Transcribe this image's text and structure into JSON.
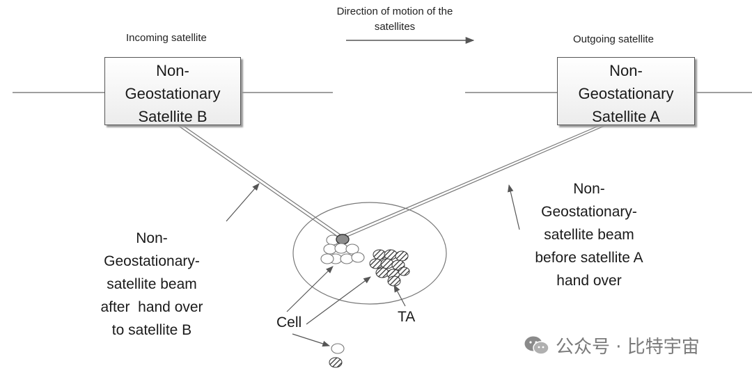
{
  "direction_label_line1": "Direction of motion of the",
  "direction_label_line2": "satellites",
  "incoming_label": "Incoming satellite",
  "outgoing_label": "Outgoing satellite",
  "satellite_b": {
    "line1": "Non-",
    "line2": "Geostationary",
    "line3": "Satellite B"
  },
  "satellite_a": {
    "line1": "Non-",
    "line2": "Geostationary",
    "line3": "Satellite A"
  },
  "left_annotation": [
    "Non-",
    "Geostationary-",
    "satellite beam",
    "after  hand over",
    "to satellite B"
  ],
  "right_annotation": [
    "Non-",
    "Geostationary-",
    "satellite beam",
    "before satellite A",
    "hand over"
  ],
  "cell_label": "Cell",
  "ta_label": "TA",
  "watermark": "公众号 · 比特宇宙",
  "colors": {
    "line": "#666666",
    "hatched_cell": "#3a3a3a",
    "selected_cell": "#8c8c8c",
    "watermark": "#7a7a7a"
  }
}
